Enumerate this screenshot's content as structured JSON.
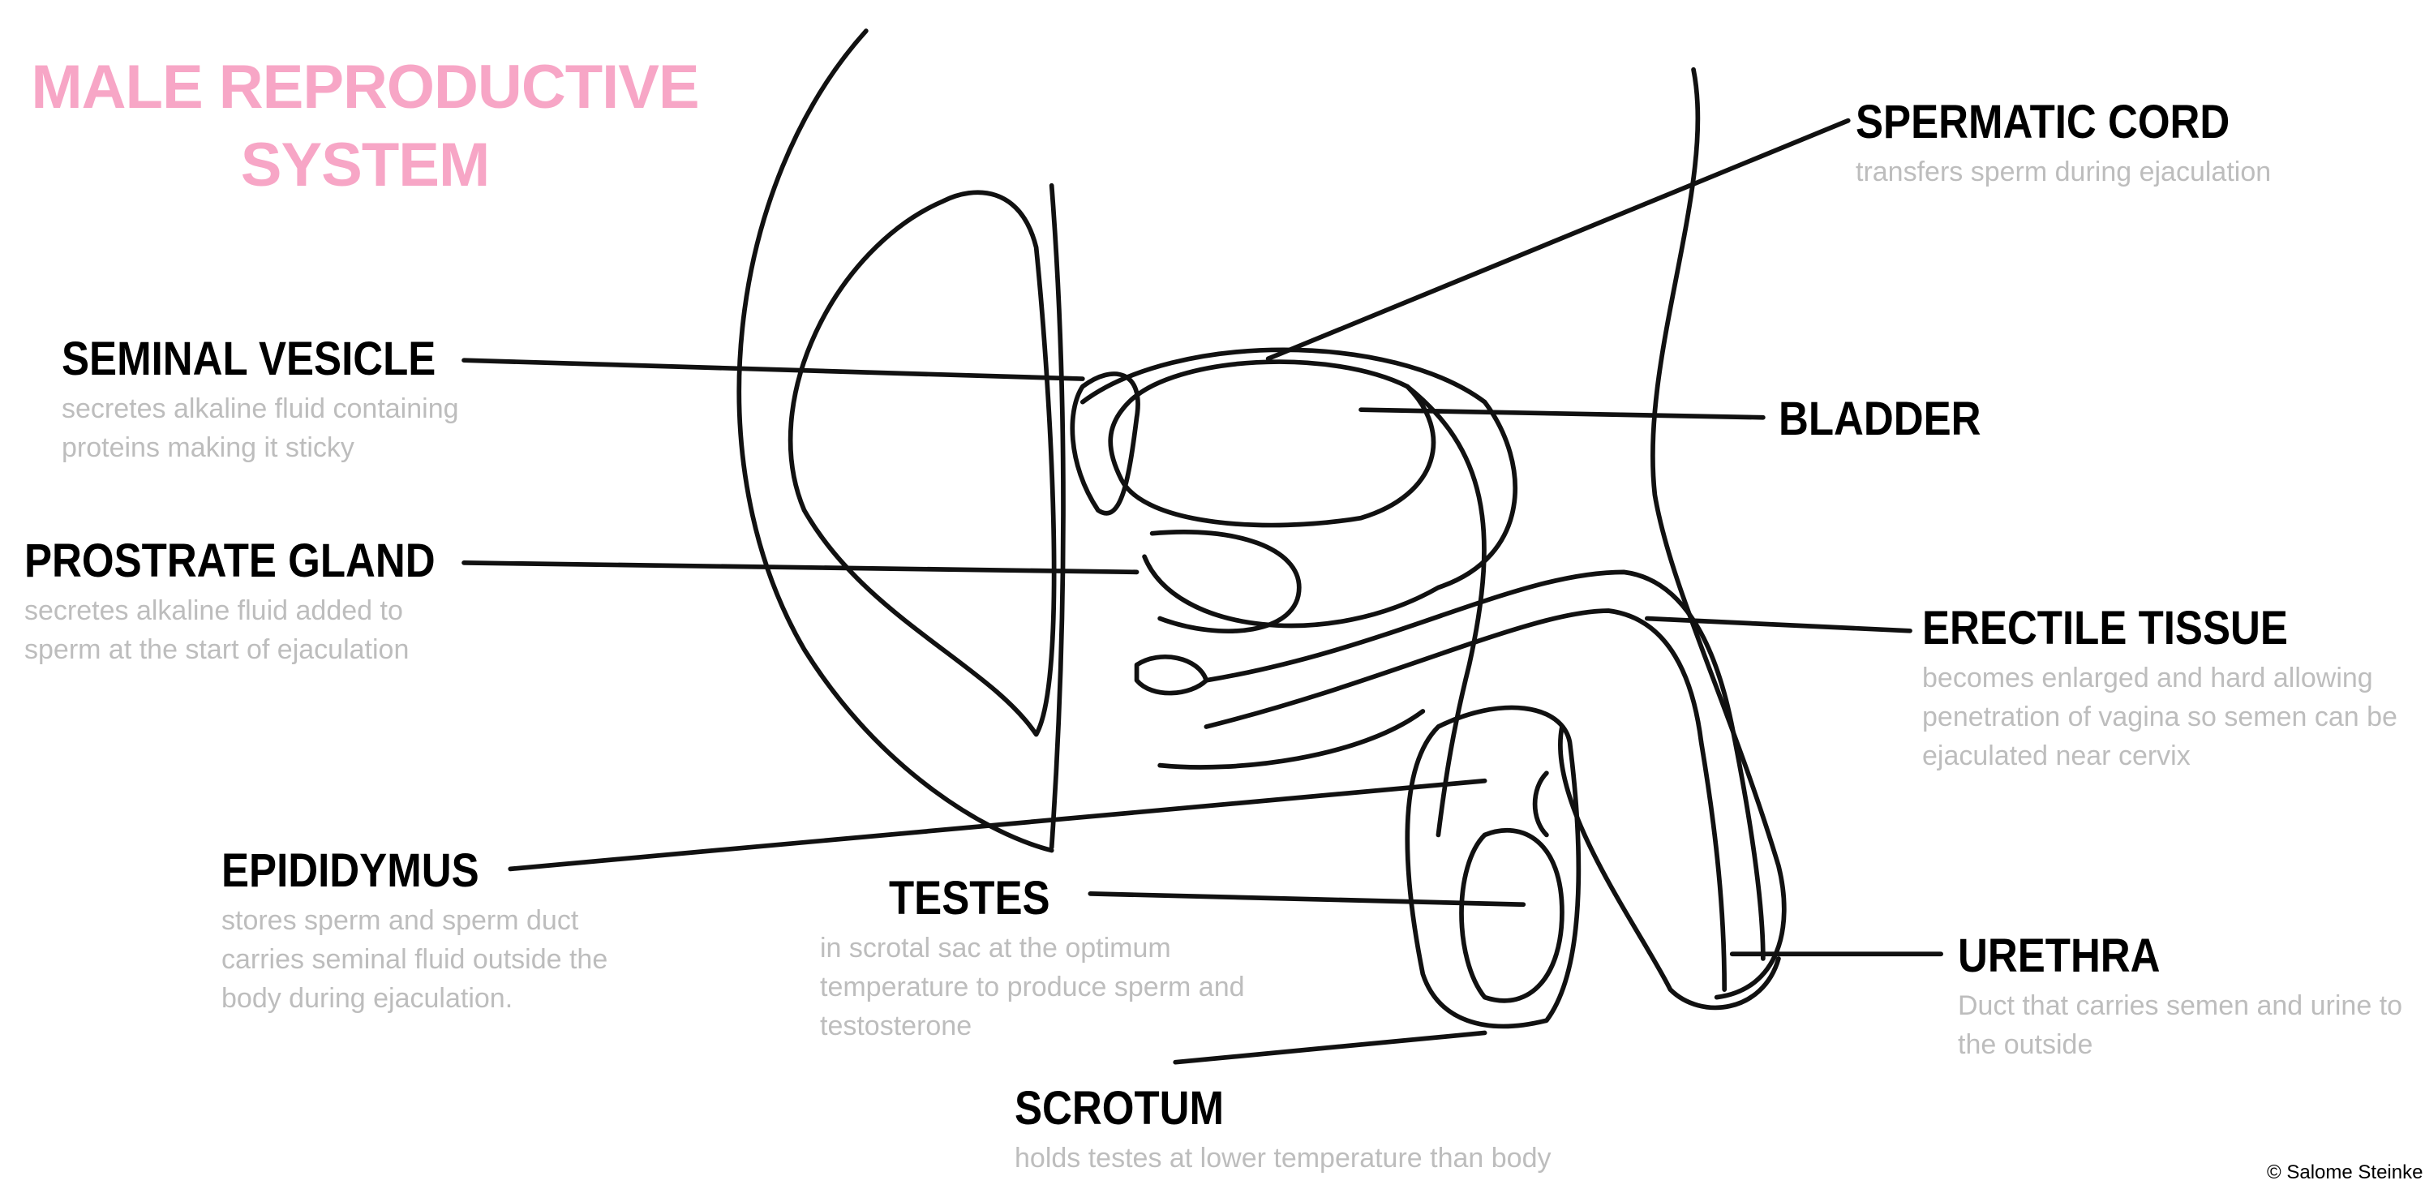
{
  "title": {
    "line1": "MALE REPRODUCTIVE",
    "line2": "SYSTEM",
    "color": "#f7a6c6"
  },
  "labels": {
    "spermatic_cord": {
      "name": "SPERMATIC CORD",
      "desc": [
        "transfers sperm during ejaculation"
      ]
    },
    "seminal_vesicle": {
      "name": "SEMINAL VESICLE",
      "desc": [
        "secretes alkaline fluid containing",
        "proteins making it sticky"
      ]
    },
    "bladder": {
      "name": "BLADDER"
    },
    "prostrate_gland": {
      "name": "PROSTRATE GLAND",
      "desc": [
        "secretes alkaline fluid added to",
        "sperm at the start of ejaculation"
      ]
    },
    "erectile_tissue": {
      "name": "ERECTILE TISSUE",
      "desc": [
        "becomes enlarged and hard allowing",
        "penetration of vagina so semen can be",
        "ejaculated near cervix"
      ]
    },
    "epididymus": {
      "name": "EPIDIDYMUS",
      "desc": [
        "stores sperm and sperm duct",
        "carries seminal fluid outside the",
        "body during ejaculation."
      ]
    },
    "testes": {
      "name": "TESTES",
      "desc": [
        "in scrotal sac at the optimum",
        "temperature to produce sperm and",
        "testosterone"
      ]
    },
    "urethra": {
      "name": "URETHRA",
      "desc": [
        "Duct that carries semen and urine to",
        "the outside"
      ]
    },
    "scrotum": {
      "name": "SCROTUM",
      "desc": [
        "holds testes at lower temperature than body"
      ]
    }
  },
  "copyright": "© Salome Steinke"
}
